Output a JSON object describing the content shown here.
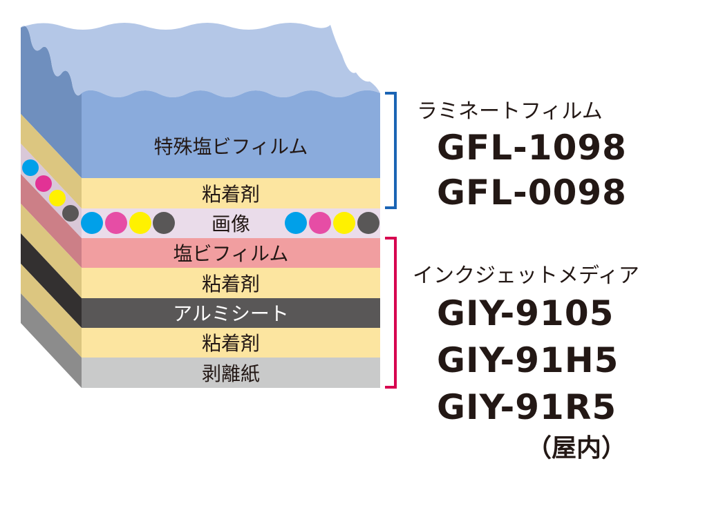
{
  "layers": {
    "special_pvc_film": "特殊塩ビフィルム",
    "adhesive_top": "粘着剤",
    "image": "画像",
    "pvc_film": "塩ビフィルム",
    "adhesive_mid": "粘着剤",
    "aluminum_sheet": "アルミシート",
    "adhesive_bottom": "粘着剤",
    "release_paper": "剥離紙"
  },
  "laminate": {
    "category": "ラミネートフィルム",
    "products": [
      "GFL-1098",
      "GFL-0098"
    ],
    "bracket_color": "#1a64b4"
  },
  "media": {
    "category": "インクジェットメディア",
    "products": [
      "GIY-9105",
      "GIY-91H5",
      "GIY-91R5"
    ],
    "note": "（屋内）",
    "bracket_color": "#d7004f"
  },
  "ink_colors": [
    "#00a0e9",
    "#e4007f",
    "#fff100",
    "#595757"
  ]
}
